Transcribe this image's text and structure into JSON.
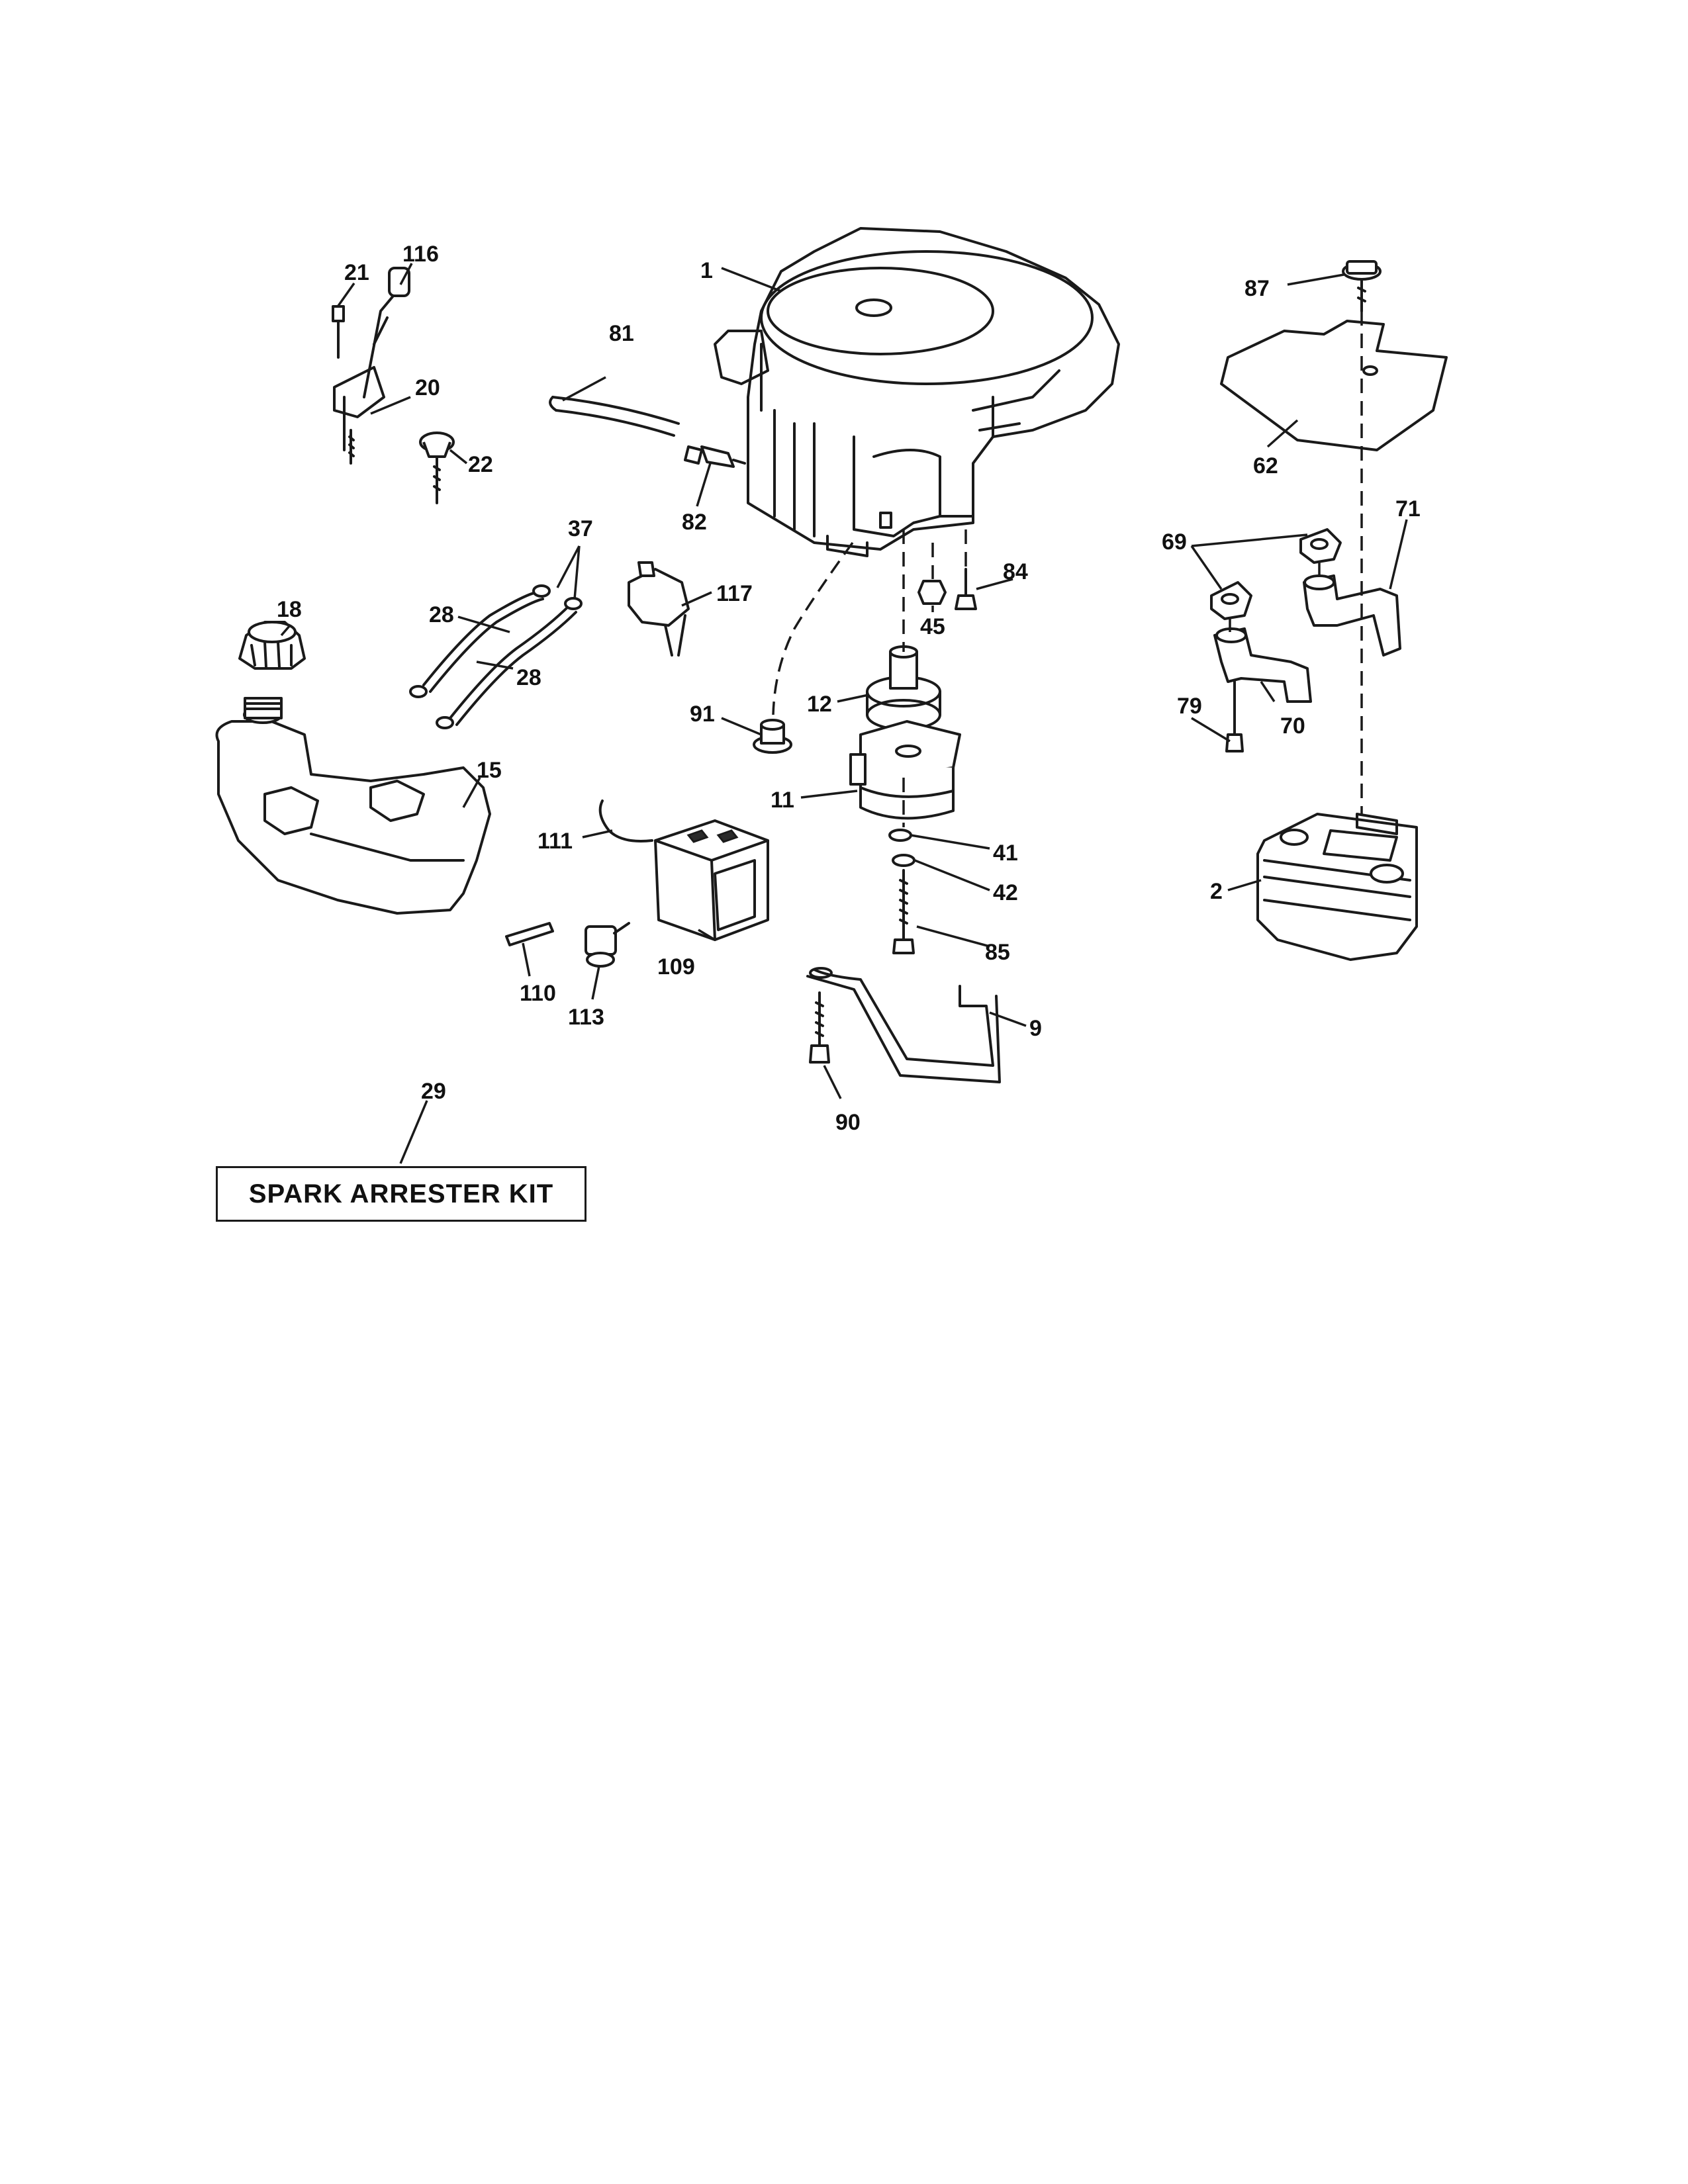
{
  "callouts": {
    "c1": "1",
    "c2": "2",
    "c9": "9",
    "c11": "11",
    "c12": "12",
    "c15": "15",
    "c18": "18",
    "c20": "20",
    "c21": "21",
    "c22": "22",
    "c28a": "28",
    "c28b": "28",
    "c29": "29",
    "c37": "37",
    "c41": "41",
    "c42": "42",
    "c45": "45",
    "c62": "62",
    "c69": "69",
    "c70": "70",
    "c71": "71",
    "c79": "79",
    "c81": "81",
    "c82": "82",
    "c84": "84",
    "c85": "85",
    "c87": "87",
    "c90": "90",
    "c91": "91",
    "c109": "109",
    "c110": "110",
    "c111": "111",
    "c113": "113",
    "c116": "116",
    "c117": "117"
  },
  "kit_box": {
    "label": "SPARK ARRESTER KIT"
  }
}
